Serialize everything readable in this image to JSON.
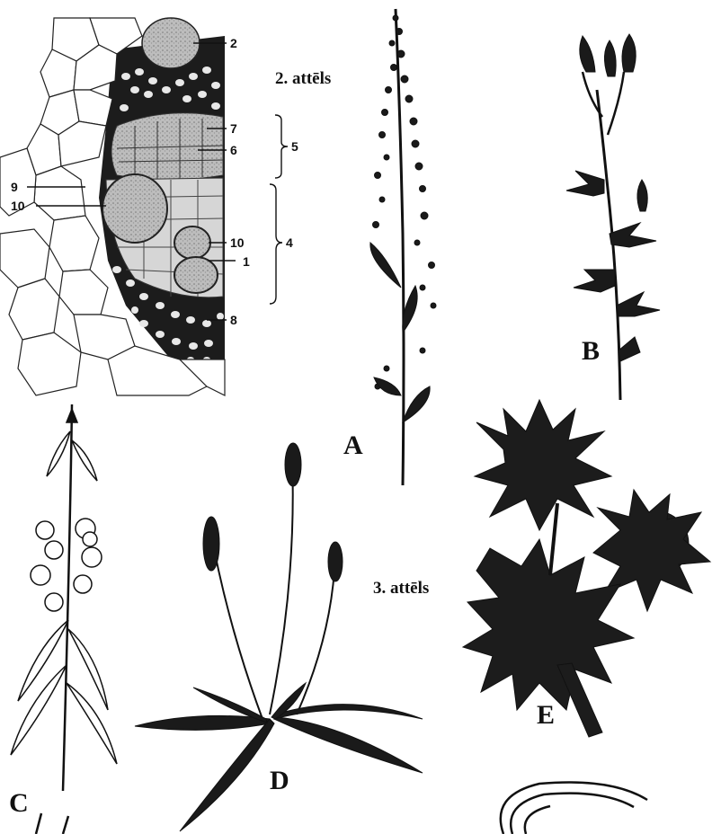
{
  "figure2": {
    "caption": "2. attēls",
    "labels": [
      "2",
      "7",
      "6",
      "5",
      "9",
      "10",
      "10",
      "4",
      "1",
      "8"
    ]
  },
  "figure3": {
    "caption": "3. attēls",
    "plants": [
      "A",
      "B",
      "C",
      "D",
      "E"
    ]
  }
}
